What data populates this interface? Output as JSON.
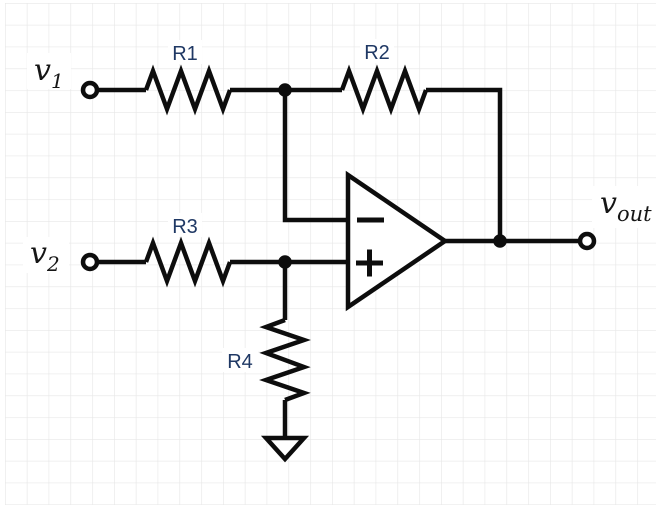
{
  "canvas": {
    "kind": "circuit-schematic",
    "subject": "difference-amplifier-opamp",
    "background_color": "#ffffff",
    "grid_line_color": "#e7e7e7",
    "wire_color": "#0d0d0d"
  },
  "labels": {
    "v1_base": "v",
    "v1_sub": "1",
    "v2_base": "v",
    "v2_sub": "2",
    "vout_base": "v",
    "vout_sub": "out",
    "r1": "R1",
    "r2": "R2",
    "r3": "R3",
    "r4": "R4"
  },
  "resistor_label_color": "#1f3864",
  "opamp": {
    "inverting_marker": "−",
    "noninverting_marker": "+"
  },
  "icons": {
    "input_terminal": "open-circle",
    "output_terminal": "open-circle",
    "junction": "filled-dot",
    "ground": "down-triangle",
    "opamp_body": "right-triangle"
  }
}
